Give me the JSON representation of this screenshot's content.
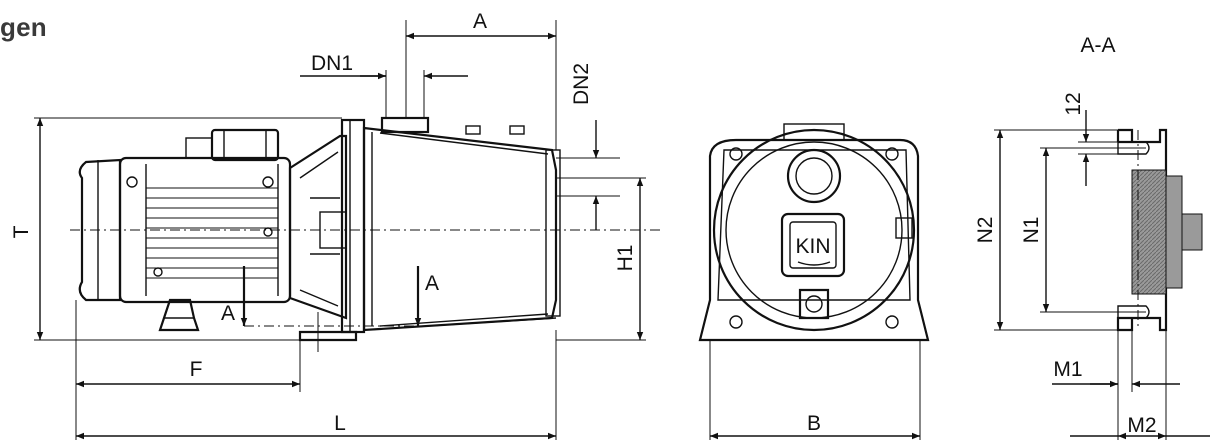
{
  "heading": "gen",
  "labels": {
    "A_top": "A",
    "DN1": "DN1",
    "DN2": "DN2",
    "T": "T",
    "H1": "H1",
    "A_cut_right": "A",
    "A_cut_left": "A",
    "F": "F",
    "L": "L",
    "B": "B",
    "section": "A-A",
    "dim_12": "12",
    "N2": "N2",
    "N1": "N1",
    "M1": "M1",
    "M2": "M2",
    "logo": "KIN"
  }
}
